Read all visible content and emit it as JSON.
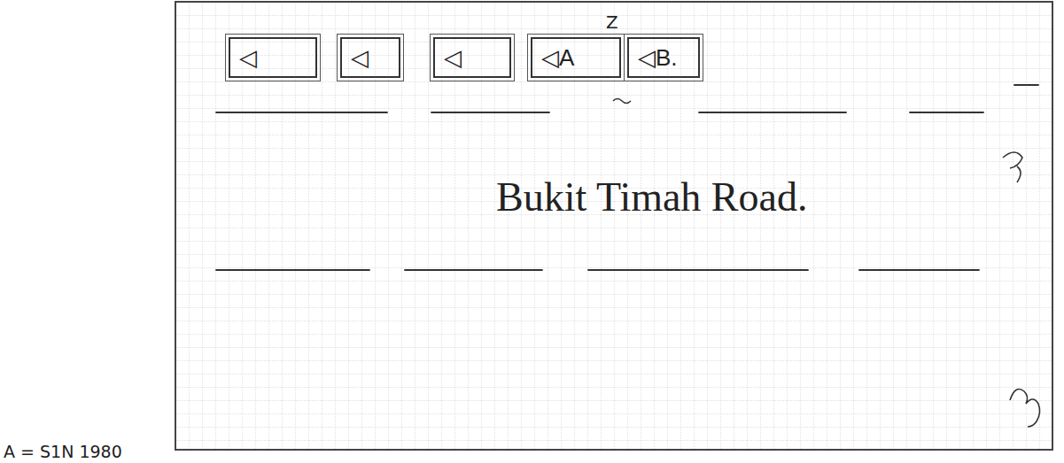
{
  "diagram": {
    "nodes": [
      {
        "text": [
          "◁"
        ]
      },
      {
        "text": [
          "◁"
        ]
      },
      {
        "text": [
          "◁"
        ]
      },
      {
        "text": [
          "◁A"
        ]
      },
      {
        "text": [
          "◁B."
        ]
      }
    ],
    "labels": [
      "Z",
      "Bukit Timah Road.",
      "A = S1N 1980"
    ]
  }
}
